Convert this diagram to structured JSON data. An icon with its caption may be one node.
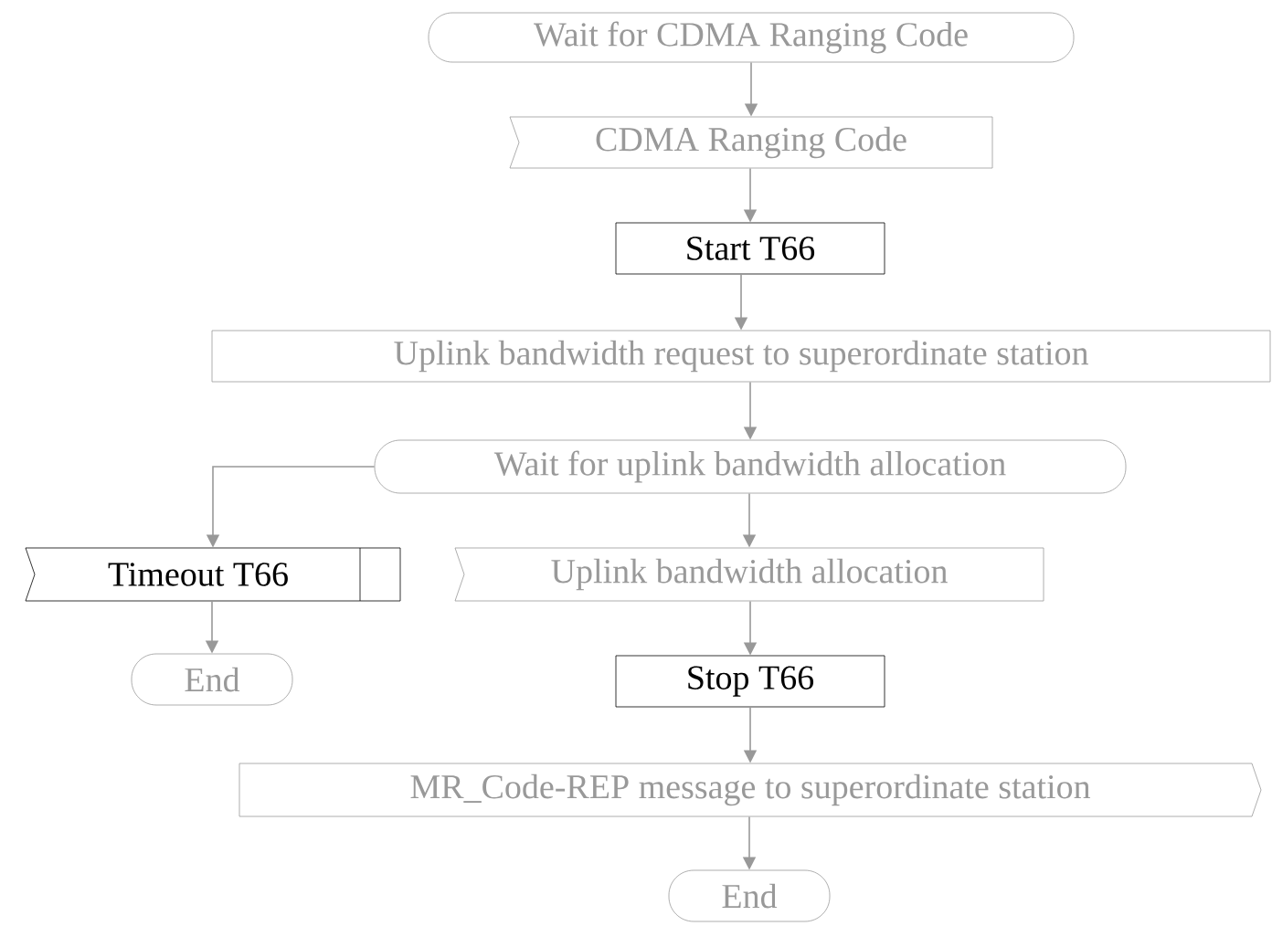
{
  "diagram": {
    "nodes": [
      {
        "text": [
          "Wait for CDMA Ranging Code"
        ]
      },
      {
        "text": [
          "CDMA Ranging Code"
        ]
      },
      {
        "text": [
          "Start T66"
        ]
      },
      {
        "text": [
          "Uplink bandwidth request to superordinate station"
        ]
      },
      {
        "text": [
          "Wait for uplink bandwidth allocation"
        ]
      },
      {
        "text": [
          "Timeout T66"
        ]
      },
      {
        "text": [
          "End"
        ]
      },
      {
        "text": [
          "Uplink bandwidth allocation"
        ]
      },
      {
        "text": [
          "Stop T66"
        ]
      },
      {
        "text": [
          "MR_Code-REP message to superordinate station"
        ]
      },
      {
        "text": [
          "End"
        ]
      }
    ],
    "edges": [
      {
        "from": 0,
        "to": 1,
        "arrow": "to"
      },
      {
        "from": 1,
        "to": 2,
        "arrow": "to"
      },
      {
        "from": 2,
        "to": 3,
        "arrow": "to"
      },
      {
        "from": 3,
        "to": 4,
        "arrow": "to"
      },
      {
        "from": 4,
        "to": 5,
        "arrow": "to"
      },
      {
        "from": 4,
        "to": 7,
        "arrow": "to"
      },
      {
        "from": 5,
        "to": 6,
        "arrow": "to"
      },
      {
        "from": 7,
        "to": 8,
        "arrow": "to"
      },
      {
        "from": 8,
        "to": 9,
        "arrow": "to"
      },
      {
        "from": 9,
        "to": 10,
        "arrow": "to"
      }
    ]
  }
}
